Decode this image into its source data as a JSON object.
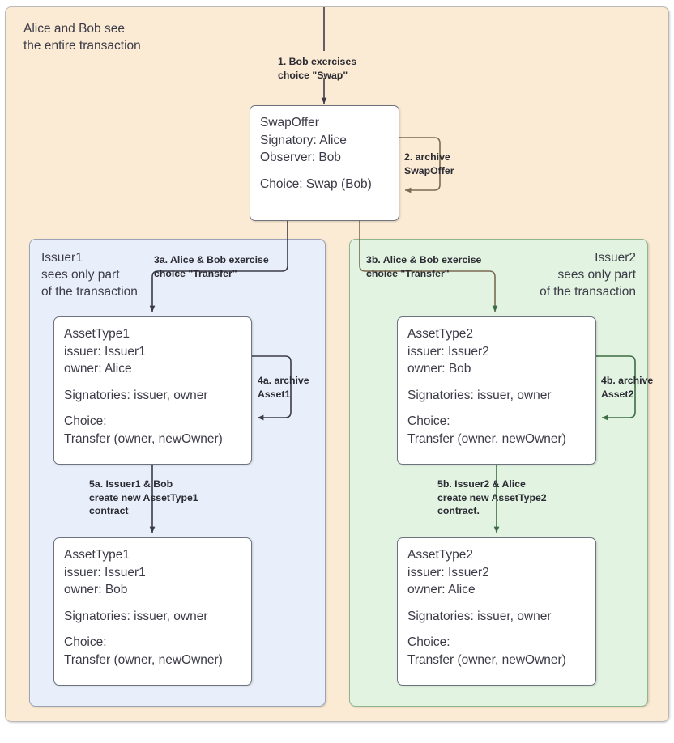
{
  "outer": {
    "caption": "Alice and Bob see\nthe entire transaction",
    "bg_color": "#fbead4"
  },
  "panels": {
    "issuer1": {
      "caption": "Issuer1\nsees only part\nof the transaction",
      "bg_color": "#e9effa"
    },
    "issuer2": {
      "caption": "Issuer2\nsees only part\nof the transaction",
      "bg_color": "#e2f3e1"
    }
  },
  "cards": {
    "swapoffer": {
      "title": "SwapOffer",
      "l1": "Signatory: Alice",
      "l2": "Observer: Bob",
      "l3": "Choice: Swap (Bob)"
    },
    "asset1_top": {
      "title": "AssetType1",
      "l1": "issuer: Issuer1",
      "l2": "owner: Alice",
      "l3": "Signatories: issuer, owner",
      "l4": "Choice:",
      "l5": "Transfer (owner, newOwner)"
    },
    "asset2_top": {
      "title": "AssetType2",
      "l1": "issuer: Issuer2",
      "l2": "owner: Bob",
      "l3": "Signatories: issuer, owner",
      "l4": "Choice:",
      "l5": "Transfer (owner, newOwner)"
    },
    "asset1_bottom": {
      "title": "AssetType1",
      "l1": "issuer: Issuer1",
      "l2": "owner: Bob",
      "l3": "Signatories: issuer, owner",
      "l4": "Choice:",
      "l5": "Transfer (owner, newOwner)"
    },
    "asset2_bottom": {
      "title": "AssetType2",
      "l1": "issuer: Issuer2",
      "l2": "owner: Alice",
      "l3": "Signatories: issuer, owner",
      "l4": "Choice:",
      "l5": "Transfer (owner, newOwner)"
    }
  },
  "edges": {
    "step1": "1. Bob exercises\nchoice \"Swap\"",
    "step2": "2. archive\nSwapOffer",
    "step3a": "3a. Alice & Bob exercise\nchoice \"Transfer\"",
    "step3b": "3b. Alice & Bob exercise\nchoice \"Transfer\"",
    "step4a": "4a. archive\nAsset1",
    "step4b": "4b. archive\nAsset2",
    "step5a": "5a. Issuer1 & Bob\ncreate new AssetType1\ncontract",
    "step5b": "5b. Issuer2 & Alice\ncreate new AssetType2\ncontract."
  }
}
